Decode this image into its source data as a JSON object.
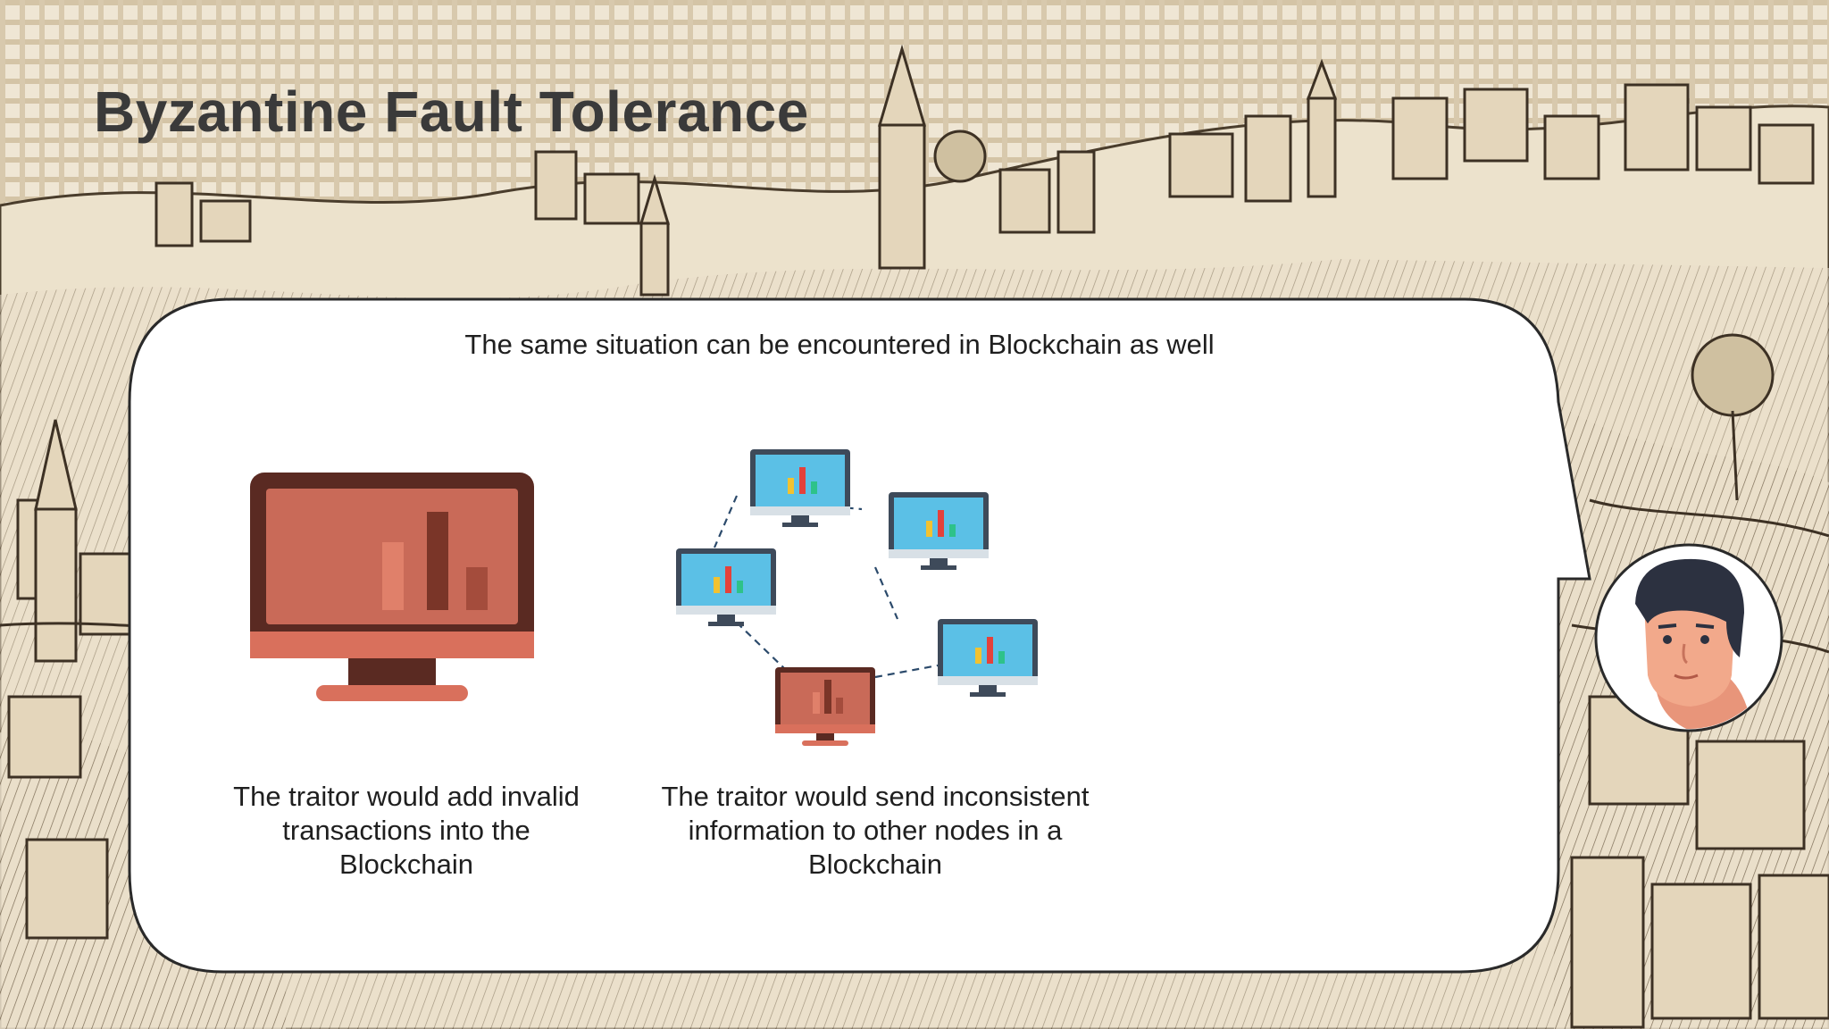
{
  "slide": {
    "title": "Byzantine Fault Tolerance",
    "subtitle": "The same situation can be encountered in Blockchain as well",
    "caption_left": "The traitor would add invalid transactions into the Blockchain",
    "caption_right": "The traitor would send inconsistent information to other nodes in a Blockchain"
  },
  "colors": {
    "background": "#e6dcc8",
    "illustration_ink": "#4a3d2c",
    "traitor_monitor": "#c86450",
    "honest_monitor": "#59c0e6",
    "title_text": "#3a3a3a"
  },
  "icons": {
    "traitor_node": "monitor-icon-red",
    "honest_node": "monitor-icon-blue",
    "presenter": "man-avatar"
  }
}
